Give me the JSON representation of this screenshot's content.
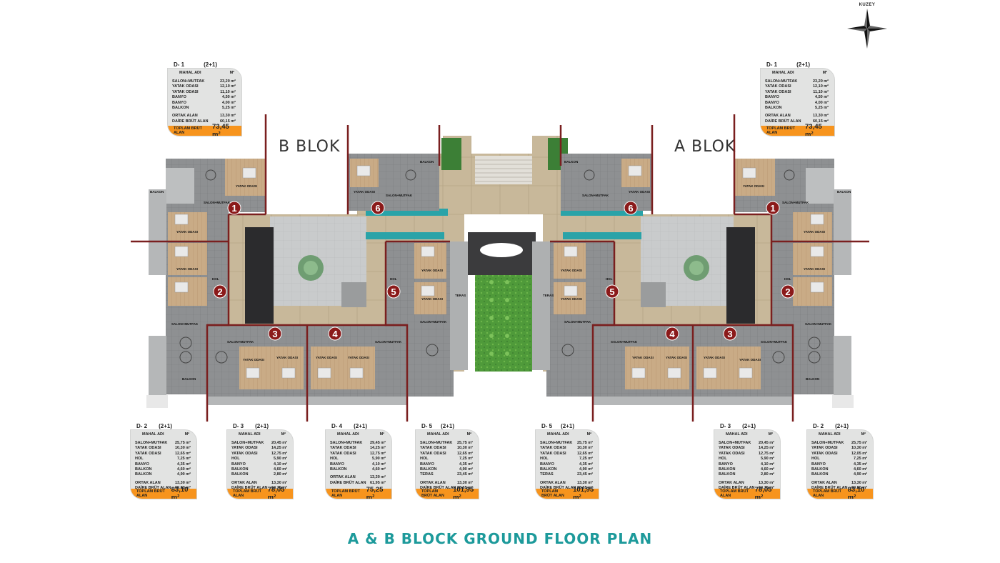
{
  "compass": {
    "label": "KUZEY"
  },
  "blocks": {
    "b": "B BLOK",
    "a": "A BLOK"
  },
  "title": "A & B BLOCK GROUND FLOOR PLAN",
  "column_headers": {
    "name": "MAHAL ADI",
    "unit": "M²"
  },
  "tables": {
    "d1_left": {
      "code": "D- 1",
      "type": "(2+1)",
      "rows": [
        [
          "SALON+MUTFAK",
          "23,20 m²"
        ],
        [
          "YATAK ODASI",
          "12,10 m²"
        ],
        [
          "YATAK ODASI",
          "11,10 m²"
        ],
        [
          "BANYO",
          "4,50 m²"
        ],
        [
          "BANYO",
          "4,00 m²"
        ],
        [
          "BALKON",
          "5,25 m²"
        ]
      ],
      "rows2": [
        [
          "ORTAK ALAN",
          "13,30 m²"
        ],
        [
          "DAİRE BRÜT ALAN",
          "60,15 m²"
        ]
      ],
      "total_label": "TOPLAM BRÜT ALAN",
      "total": "73,45 m²"
    },
    "d1_right": {
      "code": "D- 1",
      "type": "(2+1)",
      "rows": [
        [
          "SALON+MUTFAK",
          "23,20 m²"
        ],
        [
          "YATAK ODASI",
          "12,10 m²"
        ],
        [
          "YATAK ODASI",
          "11,10 m²"
        ],
        [
          "BANYO",
          "4,50 m²"
        ],
        [
          "BANYO",
          "4,00 m²"
        ],
        [
          "BALKON",
          "5,25 m²"
        ]
      ],
      "rows2": [
        [
          "ORTAK ALAN",
          "13,30 m²"
        ],
        [
          "DAİRE BRÜT ALAN",
          "60,15 m²"
        ]
      ],
      "total_label": "TOPLAM BRÜT ALAN",
      "total": "73,45 m²"
    },
    "d2_left": {
      "code": "D- 2",
      "type": "(2+1)",
      "rows": [
        [
          "SALON+MUTFAK",
          "25,75 m²"
        ],
        [
          "YATAK ODASI",
          "10,30 m²"
        ],
        [
          "YATAK ODASI",
          "12,65 m²"
        ],
        [
          "HOL",
          "7,25 m²"
        ],
        [
          "BANYO",
          "4,35 m²"
        ],
        [
          "BALKON",
          "4,60 m²"
        ],
        [
          "BALKON",
          "4,90 m²"
        ]
      ],
      "rows2": [
        [
          "ORTAK ALAN",
          "13,30 m²"
        ],
        [
          "DAİRE BRÜT ALAN",
          "69,80 m²"
        ]
      ],
      "total_label": "TOPLAM BRÜT ALAN",
      "total": "83,10 m²"
    },
    "d3_left": {
      "code": "D- 3",
      "type": "(2+1)",
      "rows": [
        [
          "SALON+MUTFAK",
          "20,45 m²"
        ],
        [
          "YATAK ODASI",
          "14,25 m²"
        ],
        [
          "YATAK ODASI",
          "12,75 m²"
        ],
        [
          "HOL",
          "5,90 m²"
        ],
        [
          "BANYO",
          "4,10 m²"
        ],
        [
          "BALKON",
          "4,60 m²"
        ],
        [
          "BALKON",
          "2,80 m²"
        ]
      ],
      "rows2": [
        [
          "ORTAK ALAN",
          "13,30 m²"
        ],
        [
          "DAİRE BRÜT ALAN",
          "64,75 m²"
        ]
      ],
      "total_label": "TOPLAM BRÜT ALAN",
      "total": "78,05 m²"
    },
    "d4": {
      "code": "D- 4",
      "type": "(2+1)",
      "rows": [
        [
          "SALON+MUTFAK",
          "29,45 m²"
        ],
        [
          "YATAK ODASI",
          "14,25 m²"
        ],
        [
          "YATAK ODASI",
          "12,75 m²"
        ],
        [
          "HOL",
          "5,90 m²"
        ],
        [
          "BANYO",
          "4,10 m²"
        ],
        [
          "BALKON",
          "4,60 m²"
        ]
      ],
      "rows2": [
        [
          "ORTAK ALAN",
          "13,30 m²"
        ],
        [
          "DAİRE BRÜT ALAN",
          "61,95 m²"
        ]
      ],
      "total_label": "TOPLAM BRÜT ALAN",
      "total": "75,25 m²"
    },
    "d5_left": {
      "code": "D- 5",
      "type": "(2+1)",
      "rows": [
        [
          "SALON+MUTFAK",
          "25,75 m²"
        ],
        [
          "YATAK ODASI",
          "10,30 m²"
        ],
        [
          "YATAK ODASI",
          "12,65 m²"
        ],
        [
          "HOL",
          "7,25 m²"
        ],
        [
          "BANYO",
          "4,35 m²"
        ],
        [
          "BALKON",
          "4,90 m²"
        ],
        [
          "TERAS",
          "23,45 m²"
        ]
      ],
      "rows2": [
        [
          "ORTAK ALAN",
          "13,30 m²"
        ],
        [
          "DAİRE BRÜT ALAN",
          "88,65 m²"
        ]
      ],
      "total_label": "TOPLAM BRÜT ALAN",
      "total": "101,95 m²"
    },
    "d5_right": {
      "code": "D- 5",
      "type": "(2+1)",
      "rows": [
        [
          "SALON+MUTFAK",
          "25,75 m²"
        ],
        [
          "YATAK ODASI",
          "10,30 m²"
        ],
        [
          "YATAK ODASI",
          "12,65 m²"
        ],
        [
          "HOL",
          "7,25 m²"
        ],
        [
          "BANYO",
          "4,35 m²"
        ],
        [
          "BALKON",
          "4,90 m²"
        ],
        [
          "TERAS",
          "23,45 m²"
        ]
      ],
      "rows2": [
        [
          "ORTAK ALAN",
          "13,30 m²"
        ],
        [
          "DAİRE BRÜT ALAN",
          "88,65 m²"
        ]
      ],
      "total_label": "TOPLAM BRÜT ALAN",
      "total": "101,95 m²"
    },
    "d3_right": {
      "code": "D- 3",
      "type": "(2+1)",
      "rows": [
        [
          "SALON+MUTFAK",
          "20,45 m²"
        ],
        [
          "YATAK ODASI",
          "14,25 m²"
        ],
        [
          "YATAK ODASI",
          "12,75 m²"
        ],
        [
          "HOL",
          "5,90 m²"
        ],
        [
          "BANYO",
          "4,10 m²"
        ],
        [
          "BALKON",
          "4,60 m²"
        ],
        [
          "BALKON",
          "2,80 m²"
        ]
      ],
      "rows2": [
        [
          "ORTAK ALAN",
          "13,30 m²"
        ],
        [
          "DAİRE BRÜT ALAN",
          "64,75 m²"
        ]
      ],
      "total_label": "TOPLAM BRÜT ALAN",
      "total": "78,05 m²"
    },
    "d2_right": {
      "code": "D- 2",
      "type": "(2+1)",
      "rows": [
        [
          "SALON+MUTFAK",
          "25,75 m²"
        ],
        [
          "YATAK ODASI",
          "10,30 m²"
        ],
        [
          "YATAK ODASI",
          "12,05 m²"
        ],
        [
          "HOL",
          "7,25 m²"
        ],
        [
          "BANYO",
          "4,35 m²"
        ],
        [
          "BALKON",
          "4,60 m²"
        ],
        [
          "BALKON",
          "4,90 m²"
        ]
      ],
      "rows2": [
        [
          "ORTAK ALAN",
          "13,30 m²"
        ],
        [
          "DAİRE BRÜT ALAN",
          "69,80 m²"
        ]
      ],
      "total_label": "TOPLAM BRÜT ALAN",
      "total": "83,10 m²"
    }
  },
  "unit_markers": {
    "b_1": "1",
    "b_2": "2",
    "b_3": "3",
    "b_4": "4",
    "b_5": "5",
    "b_6": "6",
    "a_1": "1",
    "a_2": "2",
    "a_3": "3",
    "a_4": "4",
    "a_5": "5",
    "a_6": "6"
  },
  "room_labels": {
    "yatak": "YATAK ODASI",
    "salon": "SALON+MUTFAK",
    "balkon": "BALKON",
    "banyo": "BANYO",
    "hol": "HOL",
    "teras": "TERAS"
  },
  "colors": {
    "title": "#1d9a9b",
    "total_bar": "#f7941d",
    "wall": "#7a1f1f",
    "marker": "#8b1a1a",
    "pool": "#2aa3a8",
    "grass": "#4f9a3a",
    "paving": "#c8b89a"
  }
}
